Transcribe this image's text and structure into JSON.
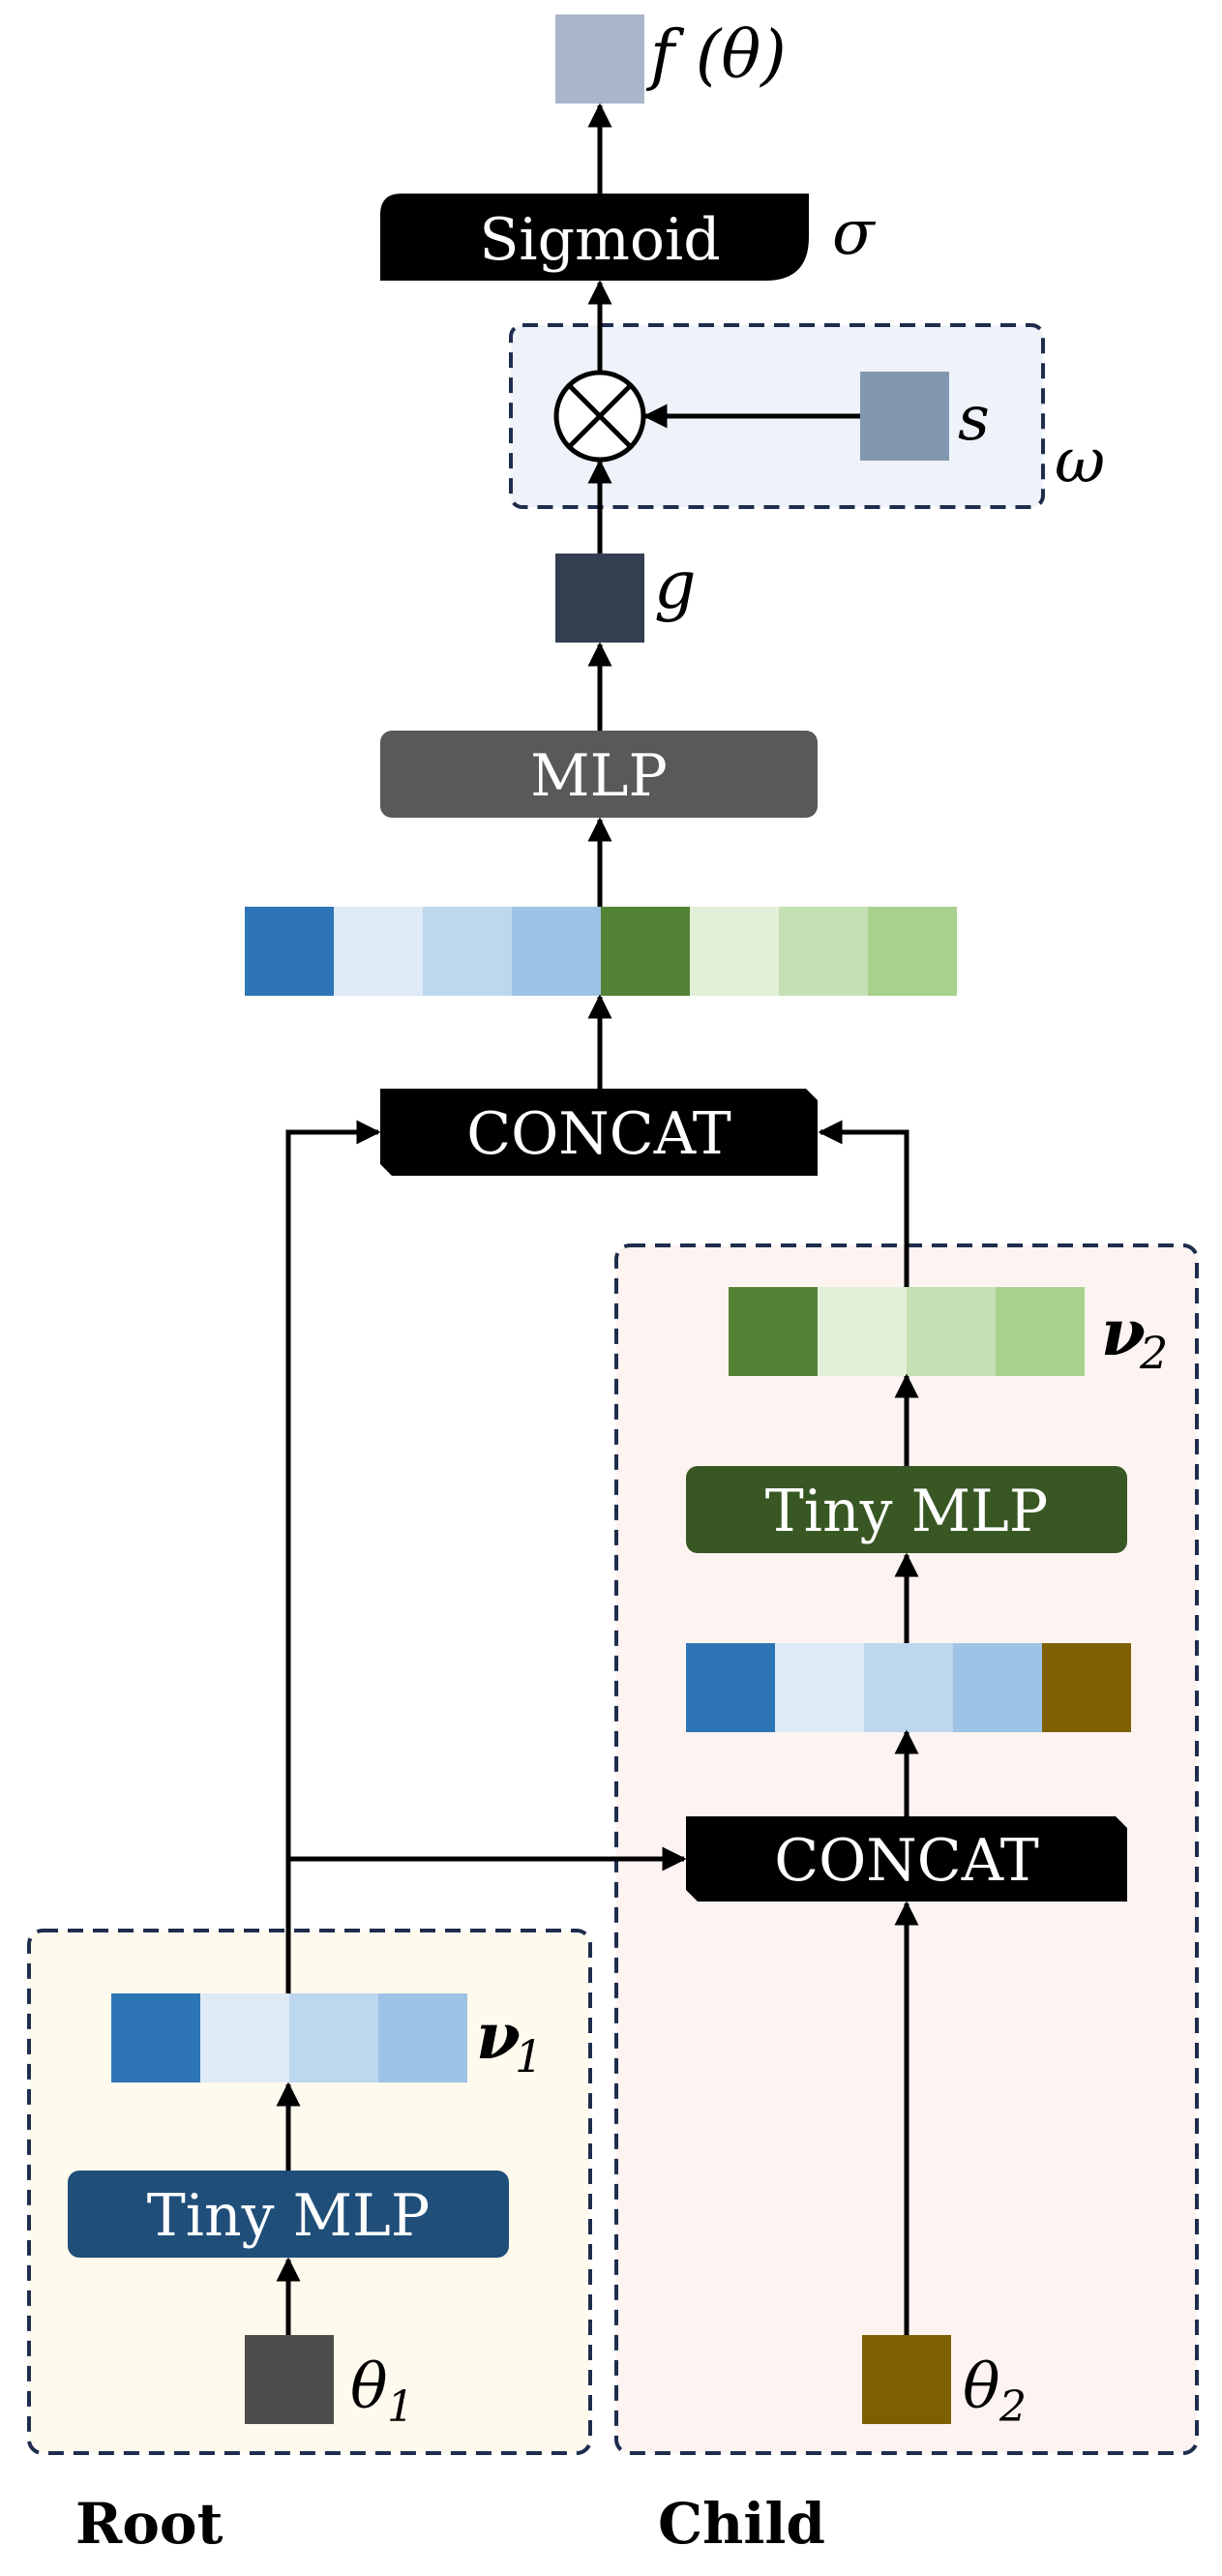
{
  "output": {
    "label": "f (θ)",
    "color": "#a9b6c9"
  },
  "sigmoid": {
    "label": "Sigmoid",
    "symbol": "σ"
  },
  "omega": {
    "symbol": "ω",
    "s_label": "s",
    "s_color": "#8497b0",
    "region_color": "#eef3fa"
  },
  "g": {
    "label": "g",
    "color": "#333f50"
  },
  "mlp": {
    "label": "MLP",
    "color": "#595959"
  },
  "top_vector": {
    "colors": [
      "#2e75b6",
      "#deebf7",
      "#bdd7ee",
      "#9dc3e6",
      "#548235",
      "#e2f0d9",
      "#c5e0b4",
      "#a9d18e"
    ]
  },
  "concat_top": {
    "label": "CONCAT"
  },
  "child": {
    "region_label": "Child",
    "region_color": "#fdf4f2",
    "v2_label": "ν",
    "v2_sub": "2",
    "v2_colors": [
      "#548235",
      "#e2f0d9",
      "#c5e0b4",
      "#a9d18e"
    ],
    "tiny_mlp_label": "Tiny MLP",
    "tiny_mlp_color": "#385723",
    "input_vector_colors": [
      "#2e75b6",
      "#deebf7",
      "#bdd7ee",
      "#9dc3e6",
      "#7f6000"
    ],
    "concat_label": "CONCAT",
    "theta_label": "θ",
    "theta_sub": "2",
    "theta_color": "#7f6000"
  },
  "root": {
    "region_label": "Root",
    "region_color": "#fefaee",
    "v1_label": "ν",
    "v1_sub": "1",
    "v1_colors": [
      "#2e75b6",
      "#deebf7",
      "#bdd7ee",
      "#9dc3e6"
    ],
    "tiny_mlp_label": "Tiny MLP",
    "tiny_mlp_color": "#1f4e79",
    "theta_label": "θ",
    "theta_sub": "1",
    "theta_color": "#4d4d4d"
  }
}
